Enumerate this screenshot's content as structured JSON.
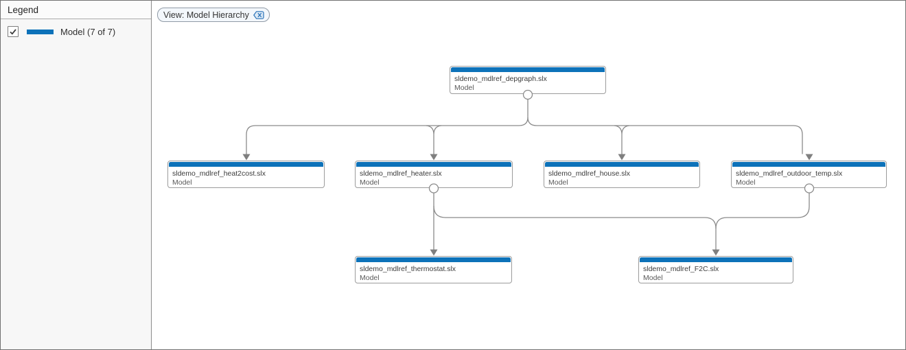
{
  "legend": {
    "header": "Legend",
    "items": [
      {
        "label": "Model (7 of 7)",
        "checked": true,
        "swatch_color": "#0d72b9"
      }
    ]
  },
  "view_bar": {
    "chip_label": "View: Model Hierarchy",
    "close_icon": "clear-view-filter"
  },
  "diagram": {
    "nodes": [
      {
        "file": "sldemo_mdlref_depgraph.slx",
        "type": "Model"
      },
      {
        "file": "sldemo_mdlref_heat2cost.slx",
        "type": "Model"
      },
      {
        "file": "sldemo_mdlref_heater.slx",
        "type": "Model"
      },
      {
        "file": "sldemo_mdlref_house.slx",
        "type": "Model"
      },
      {
        "file": "sldemo_mdlref_outdoor_temp.slx",
        "type": "Model"
      },
      {
        "file": "sldemo_mdlref_thermostat.slx",
        "type": "Model"
      },
      {
        "file": "sldemo_mdlref_F2C.slx",
        "type": "Model"
      }
    ],
    "edges": [
      {
        "from": "sldemo_mdlref_depgraph.slx",
        "to": "sldemo_mdlref_heat2cost.slx"
      },
      {
        "from": "sldemo_mdlref_depgraph.slx",
        "to": "sldemo_mdlref_heater.slx"
      },
      {
        "from": "sldemo_mdlref_depgraph.slx",
        "to": "sldemo_mdlref_house.slx"
      },
      {
        "from": "sldemo_mdlref_depgraph.slx",
        "to": "sldemo_mdlref_outdoor_temp.slx"
      },
      {
        "from": "sldemo_mdlref_heater.slx",
        "to": "sldemo_mdlref_thermostat.slx"
      },
      {
        "from": "sldemo_mdlref_heater.slx",
        "to": "sldemo_mdlref_F2C.slx"
      },
      {
        "from": "sldemo_mdlref_outdoor_temp.slx",
        "to": "sldemo_mdlref_F2C.slx"
      }
    ]
  },
  "colors": {
    "node_bar_blue": "#0d72b9",
    "edge_gray": "#8a8a8a",
    "chip_icon_blue": "#2a72b8"
  }
}
